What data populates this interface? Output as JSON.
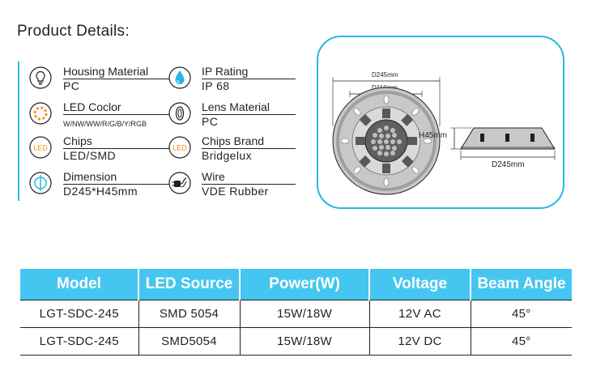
{
  "page": {
    "title": "Product Details:"
  },
  "specs": [
    {
      "label": "Housing Material",
      "value": "PC",
      "icon": "lightbulb-icon"
    },
    {
      "label": "IP Rating",
      "value": "IP 68",
      "icon": "water-drop-icon"
    },
    {
      "label": "LED Coclor",
      "value": "W/NW/WW/R/G/B/Y/RGB",
      "icon": "color-ring-icon"
    },
    {
      "label": "Lens Material",
      "value": "PC",
      "icon": "lens-icon"
    },
    {
      "label": "Chips",
      "value": "LED/SMD",
      "icon": "led-icon"
    },
    {
      "label": "Chips Brand",
      "value": "Bridgelux",
      "icon": "led-icon"
    },
    {
      "label": "Dimension",
      "value": "D245*H45mm",
      "icon": "dimension-icon"
    },
    {
      "label": "Wire",
      "value": "VDE Rubber",
      "icon": "plug-icon"
    }
  ],
  "diagram": {
    "top_diameter": "D245mm",
    "inner_diameter": "D116mm",
    "height": "H45mm",
    "side_diameter": "D245mm"
  },
  "table": {
    "headers": [
      "Model",
      "LED Source",
      "Power(W)",
      "Voltage",
      "Beam Angle"
    ],
    "rows": [
      [
        "LGT-SDC-245",
        "SMD 5054",
        "15W/18W",
        "12V AC",
        "45°"
      ],
      [
        "LGT-SDC-245",
        "SMD5054",
        "15W/18W",
        "12V DC",
        "45°"
      ]
    ]
  },
  "colors": {
    "accent": "#29b6e8",
    "header_bg": "#45c6f0",
    "text": "#231f20",
    "lamp_dark": "#6d6e71",
    "lamp_light": "#c7c8ca"
  }
}
